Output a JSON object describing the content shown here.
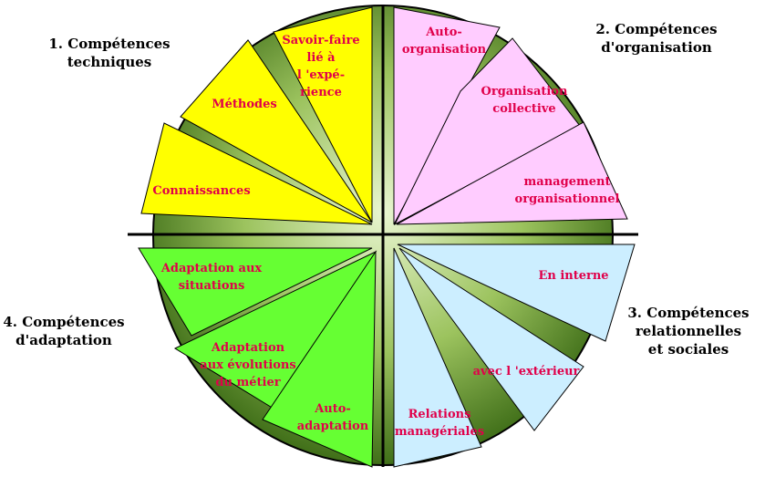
{
  "colors": {
    "technique": "#ffff00",
    "organisation": "#ffccff",
    "relationnel": "#cceeff",
    "adaptation": "#66ff33",
    "label": "#e0004a",
    "disc_light": "#c8e6a0",
    "disc_dark": "#4a7a1e",
    "line": "#000000"
  },
  "categories": [
    {
      "key": "technique",
      "lines": [
        "1. Compétences",
        "techniques"
      ]
    },
    {
      "key": "organisation",
      "lines": [
        "2. Compétences",
        "d'organisation"
      ]
    },
    {
      "key": "relationnel",
      "lines": [
        "3. Compétences",
        "relationnelles",
        "et sociales"
      ]
    },
    {
      "key": "adaptation",
      "lines": [
        "4. Compétences",
        "d'adaptation"
      ]
    }
  ],
  "segments": [
    {
      "category": "technique",
      "lines": [
        "Savoir-faire",
        "lié à",
        "l 'expé-",
        "rience"
      ]
    },
    {
      "category": "technique",
      "lines": [
        "Méthodes"
      ]
    },
    {
      "category": "technique",
      "lines": [
        "Connaissances"
      ]
    },
    {
      "category": "organisation",
      "lines": [
        "Auto-",
        "organisation"
      ]
    },
    {
      "category": "organisation",
      "lines": [
        "Organisation",
        "collective"
      ]
    },
    {
      "category": "organisation",
      "lines": [
        "management",
        "organisationnel"
      ]
    },
    {
      "category": "relationnel",
      "lines": [
        "En interne"
      ]
    },
    {
      "category": "relationnel",
      "lines": [
        "avec l 'extérieur"
      ]
    },
    {
      "category": "relationnel",
      "lines": [
        "Relations",
        "managériales"
      ]
    },
    {
      "category": "adaptation",
      "lines": [
        "Adaptation aux",
        "situations"
      ]
    },
    {
      "category": "adaptation",
      "lines": [
        "Adaptation",
        "aux évolutions",
        "du métier"
      ]
    },
    {
      "category": "adaptation",
      "lines": [
        "Auto-",
        "adaptation"
      ]
    }
  ]
}
